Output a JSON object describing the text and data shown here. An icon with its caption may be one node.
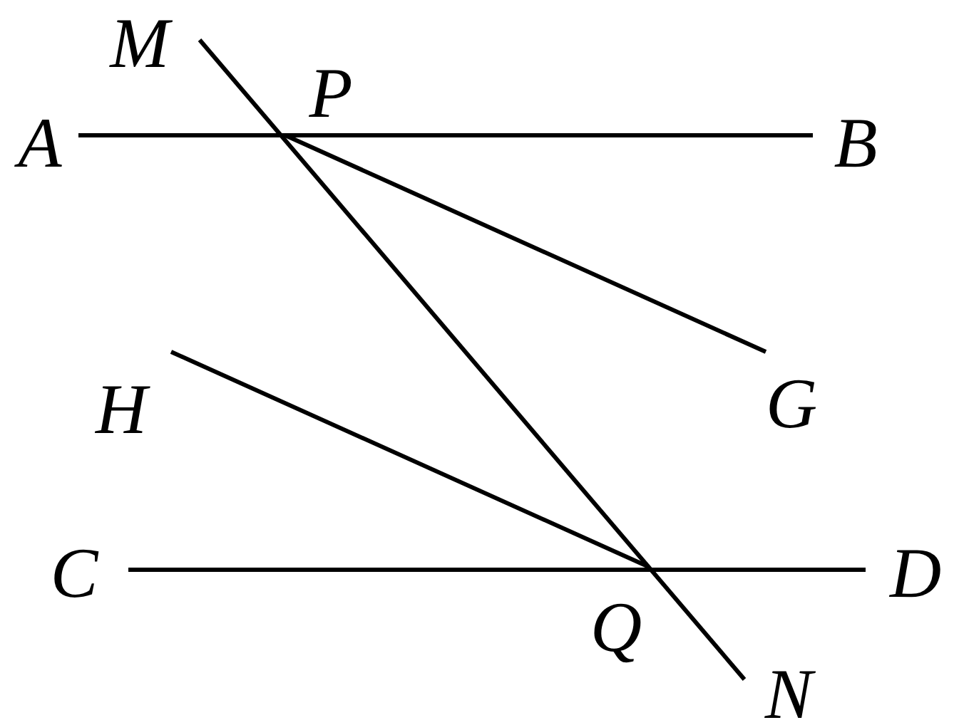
{
  "diagram": {
    "nodes": [
      {
        "text": [
          "M"
        ]
      },
      {
        "text": [
          "P"
        ]
      },
      {
        "text": [
          "A"
        ]
      },
      {
        "text": [
          "B"
        ]
      },
      {
        "text": [
          "H"
        ]
      },
      {
        "text": [
          "G"
        ]
      },
      {
        "text": [
          "C"
        ]
      },
      {
        "text": [
          "D"
        ]
      },
      {
        "text": [
          "Q"
        ]
      },
      {
        "text": [
          "N"
        ]
      }
    ],
    "edges": [
      {
        "from": 2,
        "to": 3,
        "arrow": "none"
      },
      {
        "from": 0,
        "to": 9,
        "arrow": "none"
      },
      {
        "from": 1,
        "to": 5,
        "arrow": "none"
      },
      {
        "from": 4,
        "to": 8,
        "arrow": "none"
      },
      {
        "from": 6,
        "to": 7,
        "arrow": "none"
      }
    ]
  }
}
